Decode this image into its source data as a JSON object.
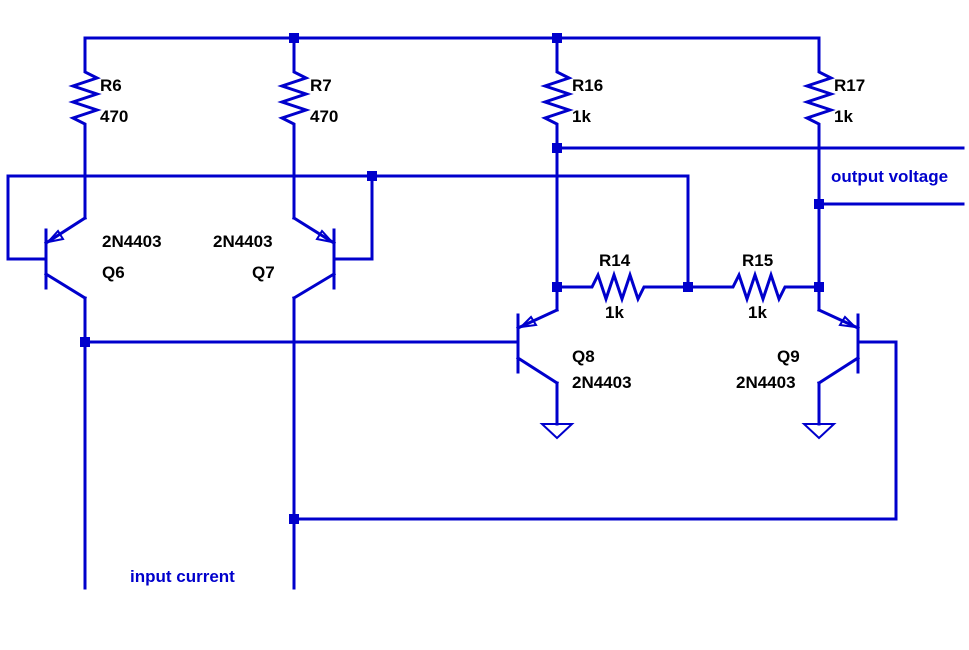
{
  "colors": {
    "wire": "#0000cc",
    "label": "#000000",
    "net_label": "#0000cc",
    "background": "#ffffff"
  },
  "components": {
    "R6": {
      "ref": "R6",
      "value": "470"
    },
    "R7": {
      "ref": "R7",
      "value": "470"
    },
    "R16": {
      "ref": "R16",
      "value": "1k"
    },
    "R17": {
      "ref": "R17",
      "value": "1k"
    },
    "R14": {
      "ref": "R14",
      "value": "1k"
    },
    "R15": {
      "ref": "R15",
      "value": "1k"
    },
    "Q6": {
      "ref": "Q6",
      "part": "2N4403"
    },
    "Q7": {
      "ref": "Q7",
      "part": "2N4403"
    },
    "Q8": {
      "ref": "Q8",
      "part": "2N4403"
    },
    "Q9": {
      "ref": "Q9",
      "part": "2N4403"
    }
  },
  "nets": {
    "output": "output voltage",
    "input": "input current"
  }
}
